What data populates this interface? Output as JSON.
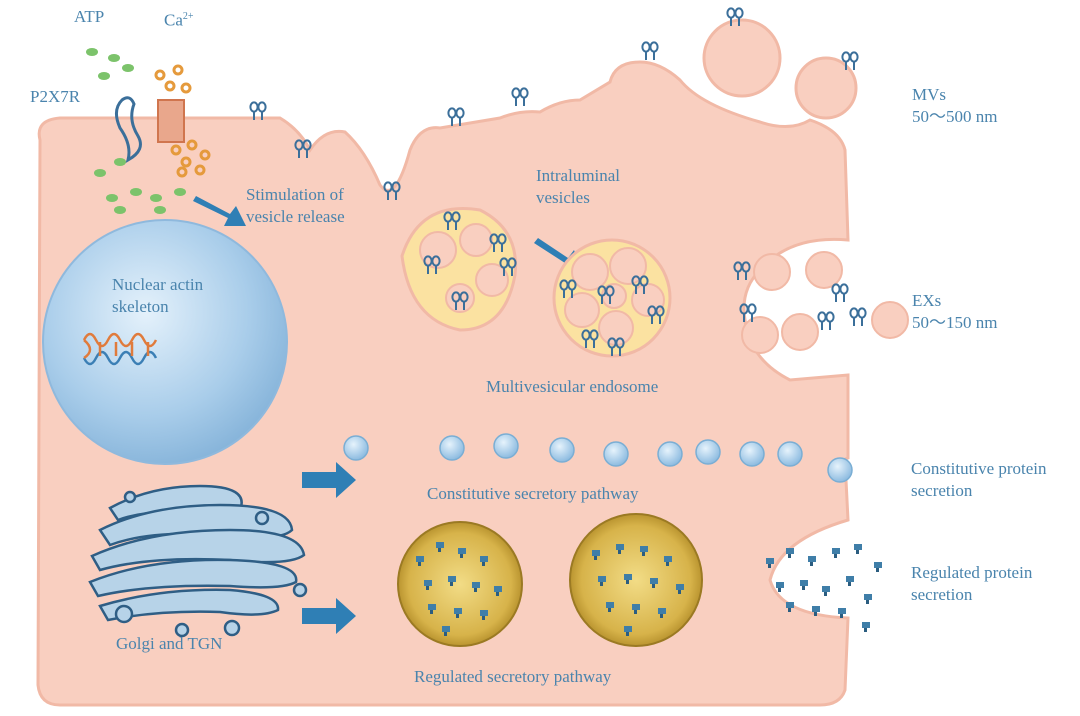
{
  "labels": {
    "atp": "ATP",
    "ca": "Ca",
    "ca_sup": "2+",
    "p2x7r": "P2X7R",
    "stimulation_1": "Stimulation of",
    "stimulation_2": "vesicle release",
    "intraluminal_1": "Intraluminal",
    "intraluminal_2": "vesicles",
    "mvs_1": "MVs",
    "mvs_2": "50～500 nm",
    "nuclear_1": "Nuclear actin",
    "nuclear_2": "skeleton",
    "exs_1": "EXs",
    "exs_2": "50～150 nm",
    "mve": "Multivesicular endosome",
    "constitutive_pathway": "Constitutive secretory pathway",
    "constitutive_secretion_1": "Constitutive protein",
    "constitutive_secretion_2": "secretion",
    "regulated_secretion_1": "Regulated protein",
    "regulated_secretion_2": "secretion",
    "golgi": "Golgi and TGN",
    "regulated_pathway": "Regulated secretory pathway"
  },
  "colors": {
    "cell_fill": "#f9cfc0",
    "cell_stroke": "#f1b9a6",
    "label_text": "#4a84ad",
    "arrow": "#2f7fb5",
    "nucleus": "#9cc6e8",
    "golgi": "#b7d3e8",
    "granule": "#c9a238",
    "atp_dot": "#7cc36b",
    "calcium_dot": "#e59a3c",
    "receptor": "#3b6f9a"
  },
  "icons": [
    "receptor-icon",
    "dna-icon",
    "arrow-icon",
    "protein-cargo-icon"
  ]
}
